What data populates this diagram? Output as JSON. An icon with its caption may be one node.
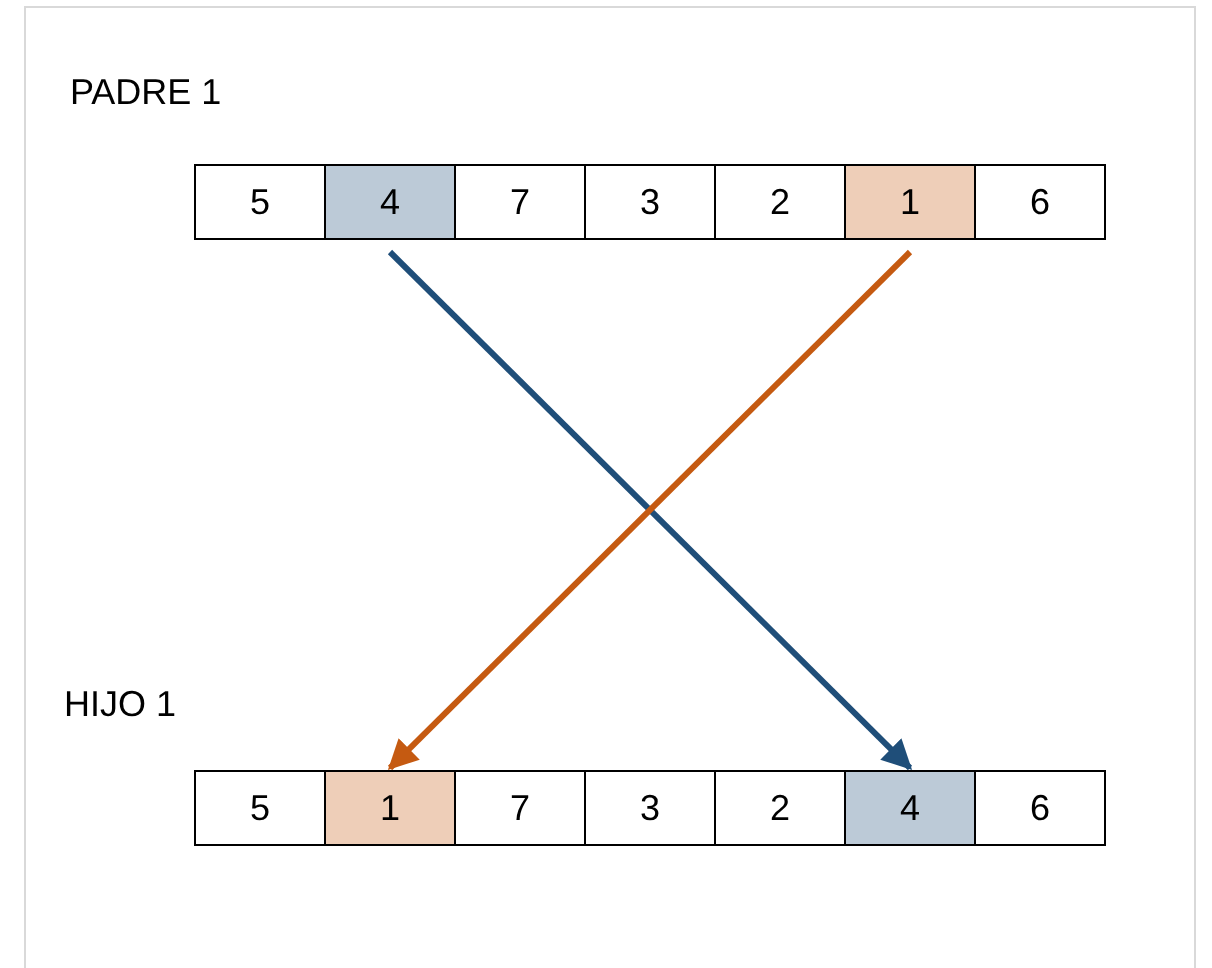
{
  "diagram": {
    "nodes": [
      {
        "text": [
          "5"
        ]
      },
      {
        "text": [
          "4"
        ]
      },
      {
        "text": [
          "7"
        ]
      },
      {
        "text": [
          "3"
        ]
      },
      {
        "text": [
          "2"
        ]
      },
      {
        "text": [
          "1"
        ]
      },
      {
        "text": [
          "6"
        ]
      },
      {
        "text": [
          "5"
        ]
      },
      {
        "text": [
          "1"
        ]
      },
      {
        "text": [
          "7"
        ]
      },
      {
        "text": [
          "3"
        ]
      },
      {
        "text": [
          "2"
        ]
      },
      {
        "text": [
          "4"
        ]
      },
      {
        "text": [
          "6"
        ]
      }
    ],
    "edges": [
      {
        "from": 1,
        "to": 12,
        "arrow": "to",
        "color": "#1f4e79"
      },
      {
        "from": 5,
        "to": 8,
        "arrow": "to",
        "color": "#c55a11"
      }
    ],
    "labels": [
      "PADRE 1",
      "HIJO 1"
    ]
  }
}
